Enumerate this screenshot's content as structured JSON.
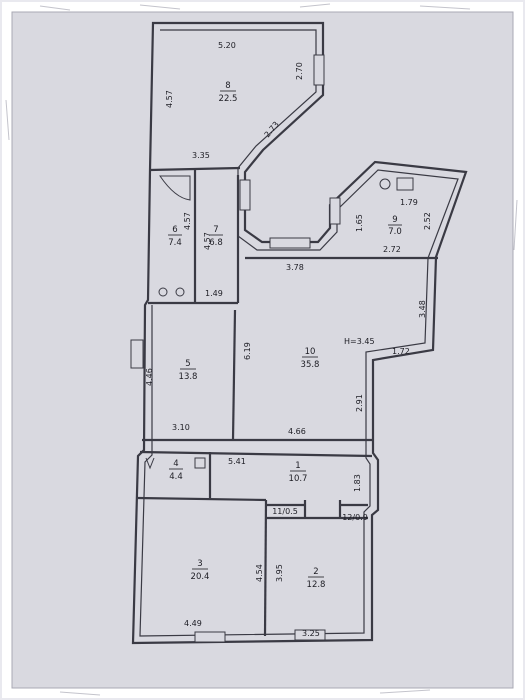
{
  "rooms": [
    {
      "number": "8",
      "area": "22.5"
    },
    {
      "number": "6",
      "area": "7.4"
    },
    {
      "number": "7",
      "area": "6.8"
    },
    {
      "number": "9",
      "area": "7.0"
    },
    {
      "number": "5",
      "area": "13.8"
    },
    {
      "number": "10",
      "area": "35.8"
    },
    {
      "number": "4",
      "area": "4.4"
    },
    {
      "number": "1",
      "area": "10.7"
    },
    {
      "number": "3",
      "area": "20.4"
    },
    {
      "number": "2",
      "area": "12.8"
    }
  ],
  "small_rooms": [
    "11/0.5",
    "12/0.9"
  ],
  "dimensions": [
    "5.20",
    "4.57",
    "2.70",
    "2.73",
    "3.35",
    "4.57",
    "4.57",
    "1.65",
    "2.52",
    "1.79",
    "2.72",
    "3.78",
    "1.49",
    "6.19",
    "3.48",
    "1.72",
    "4.46",
    "2.91",
    "3.10",
    "4.66",
    "5.41",
    "1.83",
    "4.54",
    "3.95",
    "4.49",
    "3.25"
  ],
  "ceiling_height": "H=3.45",
  "colors": {
    "paper": "#d9d9e0",
    "wall": "#3a3a44",
    "frame": "#ffffff",
    "background": "#e9e9ef"
  }
}
